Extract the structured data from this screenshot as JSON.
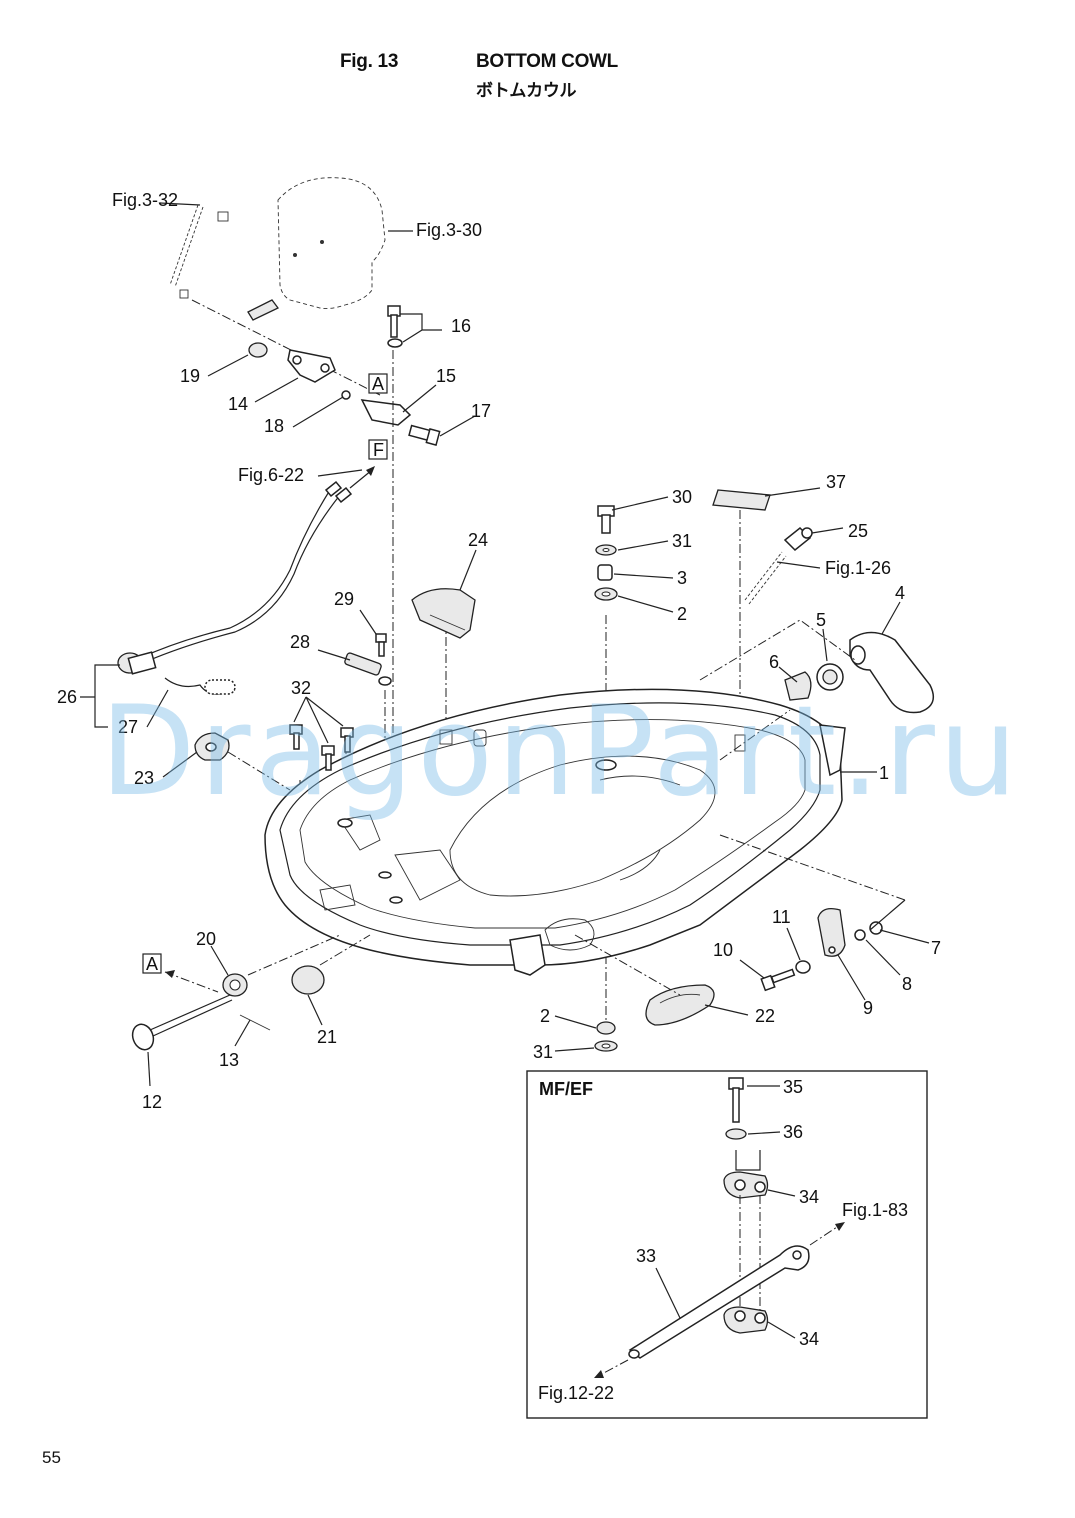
{
  "header": {
    "fig_number": "Fig. 13",
    "title": "BOTTOM COWL",
    "title_jp": "ボトムカウル"
  },
  "page_number": "55",
  "watermark": "DragonPart.ru",
  "callouts": {
    "p1": "1",
    "p2a": "2",
    "p2b": "2",
    "p3": "3",
    "p4": "4",
    "p5": "5",
    "p6": "6",
    "p7": "7",
    "p8": "8",
    "p9": "9",
    "p10": "10",
    "p11": "11",
    "p12": "12",
    "p13": "13",
    "p14": "14",
    "p15": "15",
    "p16": "16",
    "p17": "17",
    "p18": "18",
    "p19": "19",
    "p20": "20",
    "p21": "21",
    "p22": "22",
    "p23": "23",
    "p24": "24",
    "p25": "25",
    "p26": "26",
    "p27": "27",
    "p28": "28",
    "p29": "29",
    "p30": "30",
    "p31a": "31",
    "p31b": "31",
    "p32": "32",
    "p33": "33",
    "p34a": "34",
    "p34b": "34",
    "p35": "35",
    "p36": "36",
    "p37": "37"
  },
  "references": {
    "fig3_32": "Fig.3-32",
    "fig3_30": "Fig.3-30",
    "fig6_22": "Fig.6-22",
    "fig1_26": "Fig.1-26",
    "fig1_83": "Fig.1-83",
    "fig12_22": "Fig.12-22"
  },
  "markers": {
    "a_top": "A",
    "f_top": "F",
    "a_bottom": "A"
  },
  "inset": {
    "label": "MF/EF"
  }
}
